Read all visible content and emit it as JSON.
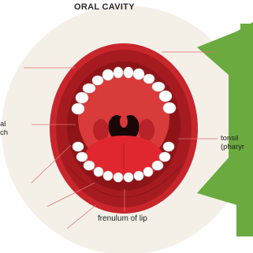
{
  "diagram": {
    "title": "ORAL CAVITY",
    "labels": {
      "tonsil": "tonsil",
      "pharynx_fragment": "(pharyr",
      "frenulum": "frenulum of lip",
      "left_fragment_1": "al",
      "left_fragment_2": "ch"
    }
  },
  "colors": {
    "lip_red": "#c8262c",
    "lip_dark": "#8e1418",
    "mouth_inside": "#d93a3a",
    "tongue": "#e0272f",
    "throat": "#1a0607",
    "teeth": "#ffffff",
    "pointer_line": "#e07070",
    "circle_bg": "#f4f0e8",
    "green_panel": "#6aaa3f"
  }
}
